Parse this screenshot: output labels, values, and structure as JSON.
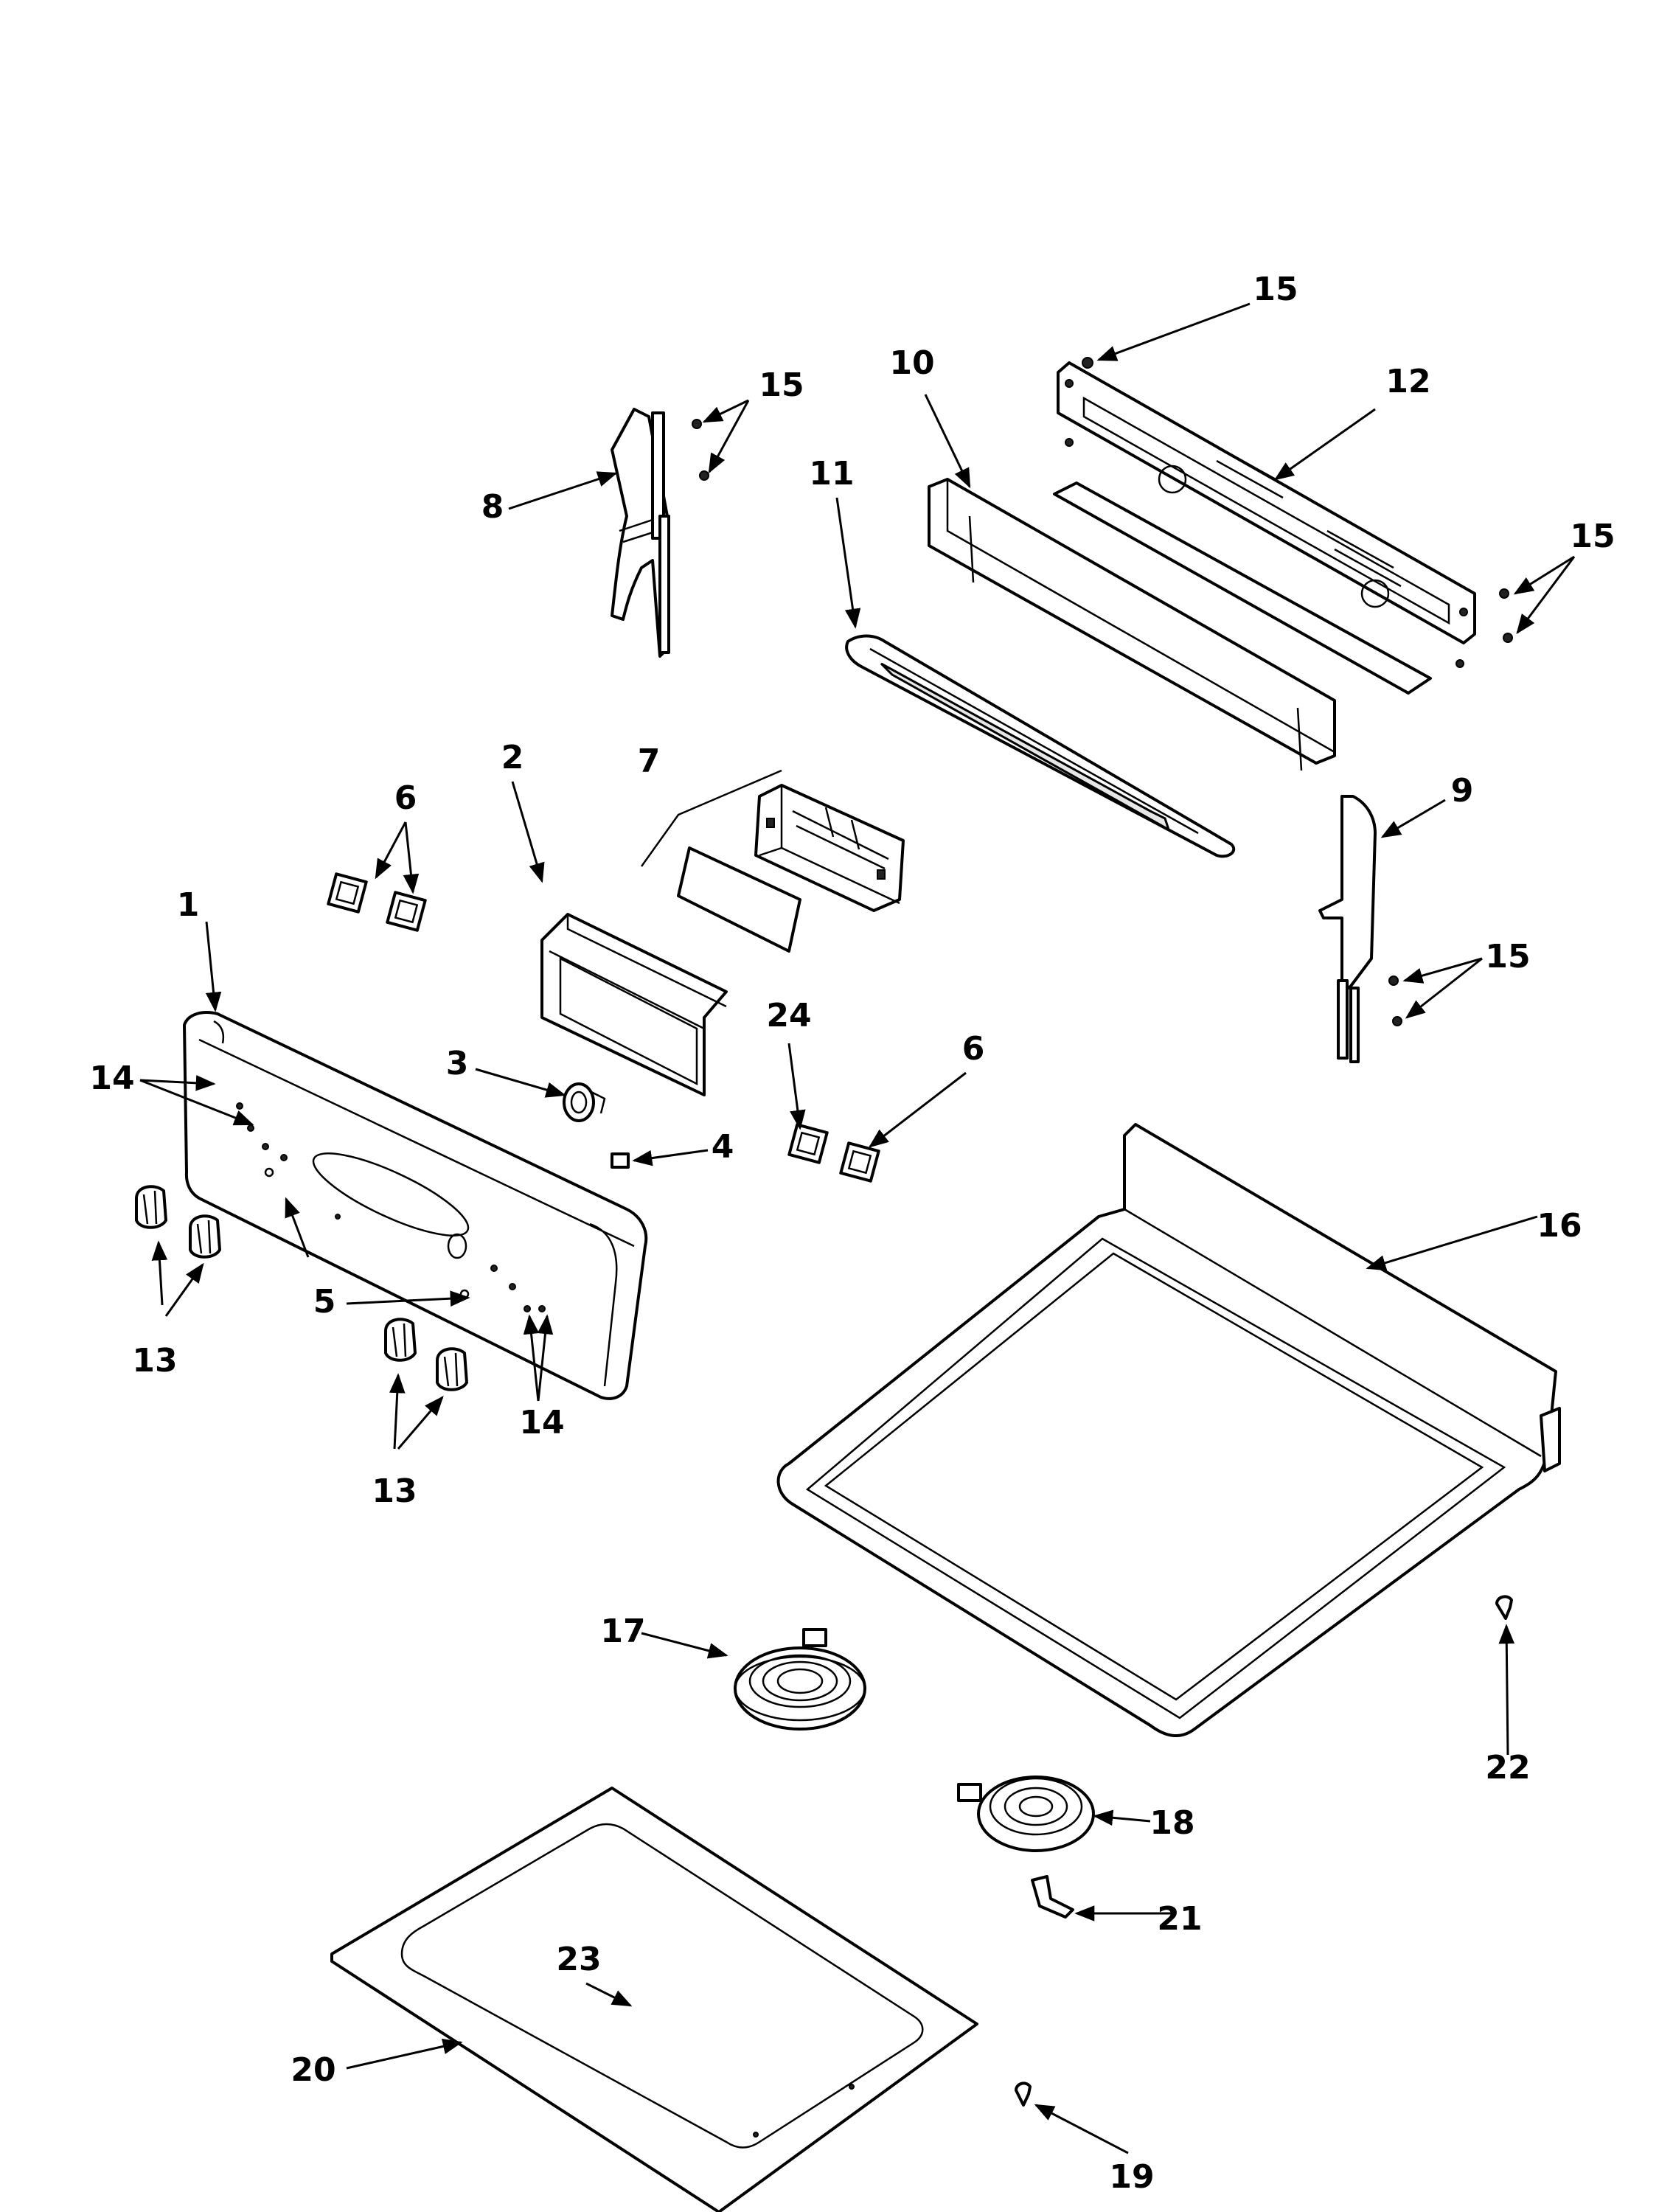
{
  "diagram": {
    "callouts": [
      {
        "label": "1"
      },
      {
        "label": "2"
      },
      {
        "label": "3"
      },
      {
        "label": "4"
      },
      {
        "label": "5"
      },
      {
        "label": "6"
      },
      {
        "label": "6"
      },
      {
        "label": "7"
      },
      {
        "label": "8"
      },
      {
        "label": "9"
      },
      {
        "label": "10"
      },
      {
        "label": "11"
      },
      {
        "label": "12"
      },
      {
        "label": "13"
      },
      {
        "label": "13"
      },
      {
        "label": "14"
      },
      {
        "label": "14"
      },
      {
        "label": "15"
      },
      {
        "label": "15"
      },
      {
        "label": "15"
      },
      {
        "label": "15"
      },
      {
        "label": "16"
      },
      {
        "label": "17"
      },
      {
        "label": "18"
      },
      {
        "label": "19"
      },
      {
        "label": "20"
      },
      {
        "label": "21"
      },
      {
        "label": "22"
      },
      {
        "label": "23"
      },
      {
        "label": "24"
      }
    ]
  }
}
